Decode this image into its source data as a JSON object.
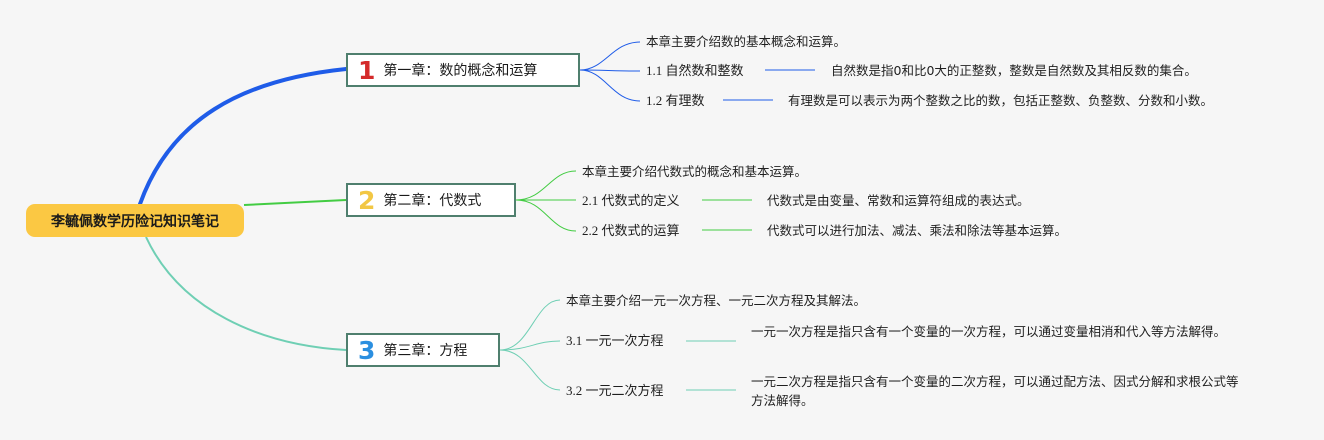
{
  "root": {
    "title": "李毓佩数学历险记知识笔记"
  },
  "colors": {
    "branch1": "#1f5ce8",
    "branch2": "#43cc43",
    "branch3": "#6fcfb4",
    "root_fill": "#fbc843",
    "box_border": "#4f7f6e"
  },
  "chapters": [
    {
      "number": "1",
      "number_color": "#d42a2a",
      "title": "第一章：数的概念和运算",
      "summary": "本章主要介绍数的基本概念和运算。",
      "subs": [
        {
          "label": "1.1 自然数和整数",
          "desc": "自然数是指0和比0大的正整数，整数是自然数及其相反数的集合。"
        },
        {
          "label": "1.2 有理数",
          "desc": "有理数是可以表示为两个整数之比的数，包括正整数、负整数、分数和小数。"
        }
      ]
    },
    {
      "number": "2",
      "number_color": "#f2c744",
      "title": "第二章：代数式",
      "summary": "本章主要介绍代数式的概念和基本运算。",
      "subs": [
        {
          "label": "2.1 代数式的定义",
          "desc": "代数式是由变量、常数和运算符组成的表达式。"
        },
        {
          "label": "2.2 代数式的运算",
          "desc": "代数式可以进行加法、减法、乘法和除法等基本运算。"
        }
      ]
    },
    {
      "number": "3",
      "number_color": "#2b8fe0",
      "title": "第三章：方程",
      "summary": "本章主要介绍一元一次方程、一元二次方程及其解法。",
      "subs": [
        {
          "label": "3.1 一元一次方程",
          "desc": "一元一次方程是指只含有一个变量的一次方程，可以通过变量相消和代入等方法解得。"
        },
        {
          "label": "3.2 一元二次方程",
          "desc": "一元二次方程是指只含有一个变量的二次方程，可以通过配方法、因式分解和求根公式等方法解得。"
        }
      ]
    }
  ]
}
